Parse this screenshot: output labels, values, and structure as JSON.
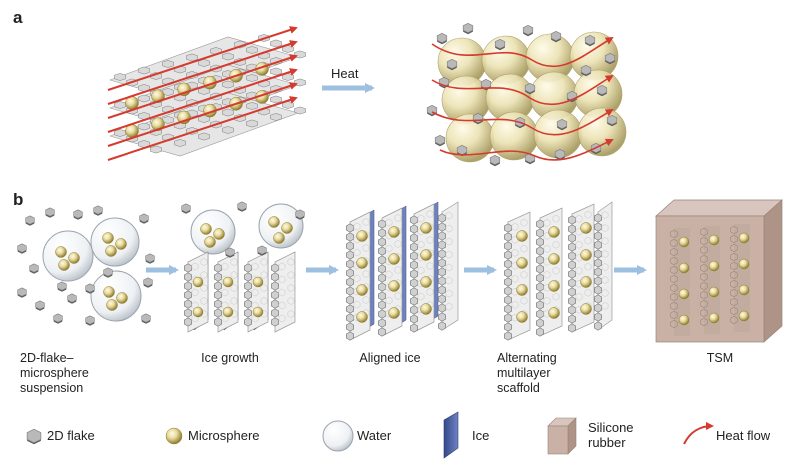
{
  "panels": {
    "a_label": "a",
    "b_label": "b"
  },
  "panel_a": {
    "arrow_label": "Heat"
  },
  "steps": [
    {
      "label": "2D-flake–microsphere suspension",
      "lines": [
        "2D-flake–",
        "microsphere",
        "suspension"
      ]
    },
    {
      "label": "Ice growth",
      "lines": [
        "Ice growth"
      ]
    },
    {
      "label": "Aligned ice",
      "lines": [
        "Aligned ice"
      ]
    },
    {
      "label": "Alternating multilayer scaffold",
      "lines": [
        "Alternating",
        "multilayer",
        "scaffold"
      ]
    },
    {
      "label": "TSM",
      "lines": [
        "TSM"
      ]
    }
  ],
  "legend": {
    "flake": "2D flake",
    "microsphere": "Microsphere",
    "water": "Water",
    "ice": "Ice",
    "silicone_lines": [
      "Silicone",
      "rubber"
    ],
    "heatflow": "Heat flow"
  },
  "colors": {
    "flake": "#9a9a9a",
    "sphere": "#e8dca0",
    "ice": "#4a5fa3",
    "silicone": "#c9b1a6",
    "heat": "#d53a2d",
    "arrow": "#9dbfe0"
  }
}
